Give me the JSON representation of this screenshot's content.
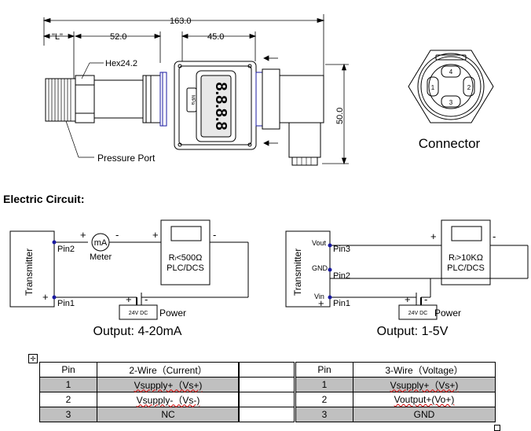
{
  "drawing": {
    "dim_total": "163.0",
    "dim_L": "\"L\"",
    "dim_52": "52.0",
    "dim_45": "45.0",
    "dim_50": "50.0",
    "hex_label": "Hex24.2",
    "pressure_port_label": "Pressure Port",
    "display_digits": "8.8.8.8",
    "display_unit": "MPa",
    "connector_label": "Connector",
    "connector_pins": [
      "4",
      "1",
      "2",
      "3"
    ]
  },
  "circuit": {
    "section_title": "Electric Circuit:",
    "left": {
      "transmitter": "Transmitter",
      "pin_top": "Pin2",
      "pin_bottom": "Pin1",
      "meter_symbol": "mA",
      "meter_label": "Meter",
      "load_line1": "Rₗ<500Ω",
      "load_line2": "PLC/DCS",
      "supply": "24V DC",
      "power": "Power",
      "plus": "+",
      "minus": "-",
      "output_caption": "Output: 4-20mA"
    },
    "right": {
      "transmitter": "Transmitter",
      "pin_labels": [
        "Pin3",
        "Pin2",
        "Pin1"
      ],
      "signal_labels": [
        "Vout",
        "GND",
        "Vin"
      ],
      "load_line1": "Rₗ>10KΩ",
      "load_line2": "PLC/DCS",
      "supply": "24V DC",
      "power": "Power",
      "plus": "+",
      "minus": "-",
      "output_caption": "Output: 1-5V"
    }
  },
  "tables": {
    "anchor_icon": "✛",
    "left": {
      "headers": [
        "Pin",
        "2-Wire（Current）"
      ],
      "rows": [
        [
          "1",
          "Vsupply+（Vs+)"
        ],
        [
          "2",
          "Vsupply-（Vs-)"
        ],
        [
          "3",
          "NC"
        ]
      ]
    },
    "right": {
      "headers": [
        "Pin",
        "3-Wire（Voltage）"
      ],
      "rows": [
        [
          "1",
          "Vsupply+（Vs+)"
        ],
        [
          "2",
          "Voutput+(Vo+)"
        ],
        [
          "3",
          "GND"
        ]
      ]
    }
  }
}
